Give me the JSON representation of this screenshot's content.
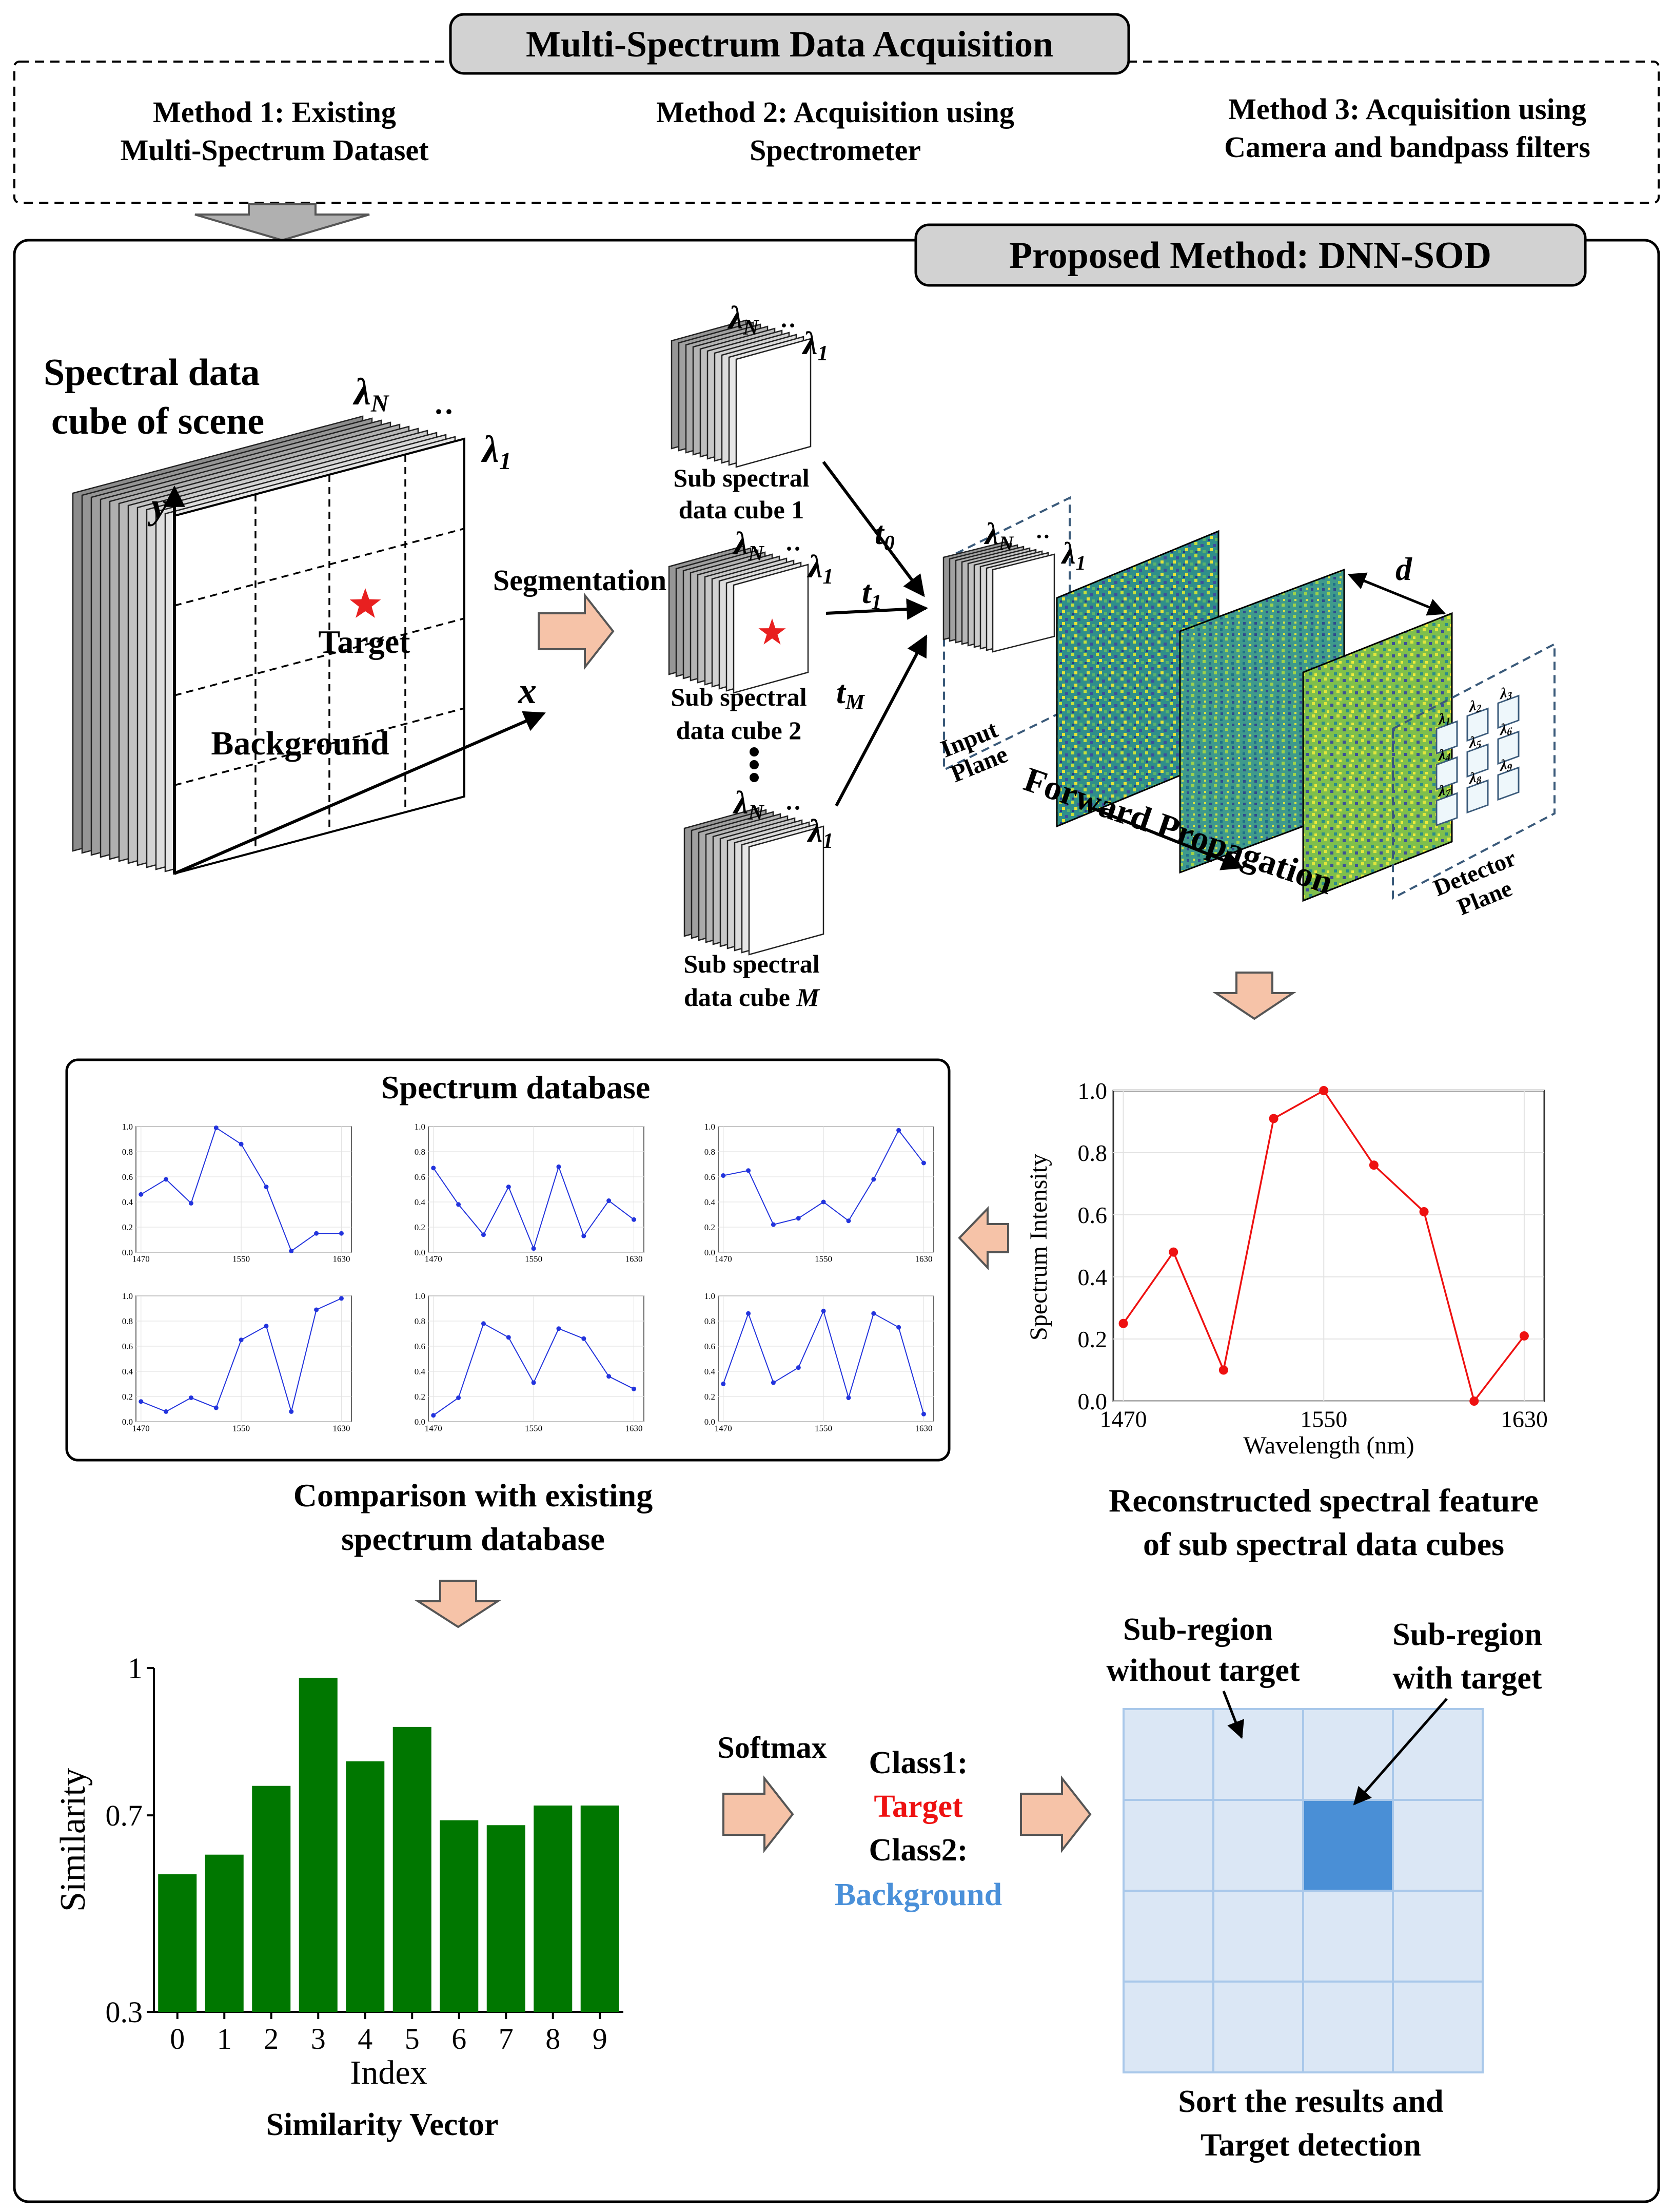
{
  "header": {
    "title": "Multi-Spectrum Data Acquisition",
    "method1": [
      "Method 1: Existing",
      "Multi-Spectrum Dataset"
    ],
    "method2": [
      "Method 2: Acquisition using",
      "Spectrometer"
    ],
    "method3": [
      "Method 3: Acquisition using",
      "Camera and bandpass filters"
    ]
  },
  "proposed_title": "Proposed Method: DNN-SOD",
  "scene": {
    "title": [
      "Spectral data",
      "cube of scene"
    ],
    "lambda_n": "λ",
    "lambda_n_sub": "N",
    "lambda_1": "λ",
    "lambda_1_sub": "1",
    "dots": "··",
    "y_axis": "y",
    "x_axis": "x",
    "target_label": "Target",
    "background_label": "Background"
  },
  "segmentation_label": "Segmentation",
  "subcubes": [
    {
      "label": [
        "Sub spectral",
        "data cube 1"
      ],
      "t": "t",
      "t_sub": "0"
    },
    {
      "label": [
        "Sub spectral",
        "data cube 2"
      ],
      "t": "t",
      "t_sub": "1"
    },
    {
      "label": [
        "Sub spectral",
        "data cube "
      ],
      "label_italic": "M",
      "t": "t",
      "t_sub": "M"
    }
  ],
  "dnn": {
    "input_plane": [
      "Input",
      "Plane"
    ],
    "detector_plane": [
      "Detector",
      "Plane"
    ],
    "forward": "Forward Propagation",
    "d_label": "d",
    "detector_lambdas": [
      "1",
      "2",
      "3",
      "4",
      "5",
      "6",
      "7",
      "8",
      "9"
    ]
  },
  "database": {
    "title": "Spectrum database",
    "caption": [
      "Comparison with existing",
      "spectrum database"
    ],
    "y_ticks": [
      "1.0",
      "0.8",
      "0.6",
      "0.4",
      "0.2",
      "0.0"
    ],
    "x_ticks": [
      "1470",
      "1550",
      "1630"
    ],
    "series_color": "#2233dd"
  },
  "reconstructed": {
    "caption": [
      "Reconstructed spectral feature",
      "of sub spectral data cubes"
    ],
    "color": "#ee1111"
  },
  "similarity": {
    "caption": "Similarity Vector",
    "color": "#007700"
  },
  "softmax": {
    "label": "Softmax",
    "class1": "Class1:",
    "target": "Target",
    "class2": "Class2:",
    "background": "Background",
    "target_color": "#ee1111",
    "background_color": "#4a90d9"
  },
  "detection": {
    "without": [
      "Sub-region",
      "without target"
    ],
    "with": [
      "Sub-region",
      "with target"
    ],
    "caption": [
      "Sort the results and",
      "Target detection"
    ],
    "cell_color": "#dbe7f5",
    "line_color": "#a9c8ea",
    "target_color": "#4a8fd6"
  },
  "chart_data": [
    {
      "type": "line",
      "name": "reconstructed spectrum",
      "x": [
        1470,
        1490,
        1510,
        1530,
        1550,
        1570,
        1590,
        1610,
        1630
      ],
      "y": [
        0.25,
        0.48,
        0.1,
        0.91,
        1.0,
        0.76,
        0.61,
        0.0,
        0.21
      ],
      "xlabel": "Wavelength (nm)",
      "ylabel": "Spectrum Intensity",
      "xlim": [
        1466,
        1638
      ],
      "ylim": [
        0.0,
        1.0
      ],
      "x_ticks": [
        1470,
        1550,
        1630
      ],
      "y_ticks": [
        0.0,
        0.2,
        0.4,
        0.6,
        0.8,
        1.0
      ],
      "grid": true
    },
    {
      "type": "line",
      "name": "database spectrum 1",
      "x": [
        1470,
        1490,
        1510,
        1530,
        1550,
        1570,
        1590,
        1610,
        1630
      ],
      "y": [
        0.46,
        0.58,
        0.39,
        0.99,
        0.86,
        0.52,
        0.01,
        0.15,
        0.15
      ],
      "xlim": [
        1466,
        1638
      ],
      "ylim": [
        0.0,
        1.0
      ],
      "grid": true
    },
    {
      "type": "line",
      "name": "database spectrum 2",
      "x": [
        1470,
        1490,
        1510,
        1530,
        1550,
        1570,
        1590,
        1610,
        1630
      ],
      "y": [
        0.67,
        0.38,
        0.14,
        0.52,
        0.03,
        0.68,
        0.13,
        0.41,
        0.26
      ],
      "xlim": [
        1466,
        1638
      ],
      "ylim": [
        0.0,
        1.0
      ],
      "grid": true
    },
    {
      "type": "line",
      "name": "database spectrum 3",
      "x": [
        1470,
        1490,
        1510,
        1530,
        1550,
        1570,
        1590,
        1610,
        1630
      ],
      "y": [
        0.61,
        0.65,
        0.22,
        0.27,
        0.4,
        0.25,
        0.58,
        0.97,
        0.71
      ],
      "xlim": [
        1466,
        1638
      ],
      "ylim": [
        0.0,
        1.0
      ],
      "grid": true
    },
    {
      "type": "line",
      "name": "database spectrum 4",
      "x": [
        1470,
        1490,
        1510,
        1530,
        1550,
        1570,
        1590,
        1610,
        1630
      ],
      "y": [
        0.16,
        0.08,
        0.19,
        0.11,
        0.65,
        0.76,
        0.08,
        0.89,
        0.98
      ],
      "xlim": [
        1466,
        1638
      ],
      "ylim": [
        0.0,
        1.0
      ],
      "grid": true
    },
    {
      "type": "line",
      "name": "database spectrum 5",
      "x": [
        1470,
        1490,
        1510,
        1530,
        1550,
        1570,
        1590,
        1610,
        1630
      ],
      "y": [
        0.05,
        0.19,
        0.78,
        0.67,
        0.31,
        0.74,
        0.66,
        0.36,
        0.26
      ],
      "xlim": [
        1466,
        1638
      ],
      "ylim": [
        0.0,
        1.0
      ],
      "grid": true
    },
    {
      "type": "line",
      "name": "database spectrum 6",
      "x": [
        1470,
        1490,
        1510,
        1530,
        1550,
        1570,
        1590,
        1610,
        1630
      ],
      "y": [
        0.3,
        0.86,
        0.31,
        0.43,
        0.88,
        0.19,
        0.86,
        0.75,
        0.06
      ],
      "xlim": [
        1466,
        1638
      ],
      "ylim": [
        0.0,
        1.0
      ],
      "grid": true
    },
    {
      "type": "bar",
      "name": "similarity vector",
      "categories": [
        "0",
        "1",
        "2",
        "3",
        "4",
        "5",
        "6",
        "7",
        "8",
        "9"
      ],
      "values": [
        0.58,
        0.62,
        0.76,
        0.98,
        0.81,
        0.88,
        0.69,
        0.68,
        0.72,
        0.72
      ],
      "xlabel": "Index",
      "ylabel": "Similarity",
      "ylim": [
        0.3,
        1.0
      ],
      "y_ticks": [
        0.3,
        0.7,
        1
      ]
    }
  ]
}
